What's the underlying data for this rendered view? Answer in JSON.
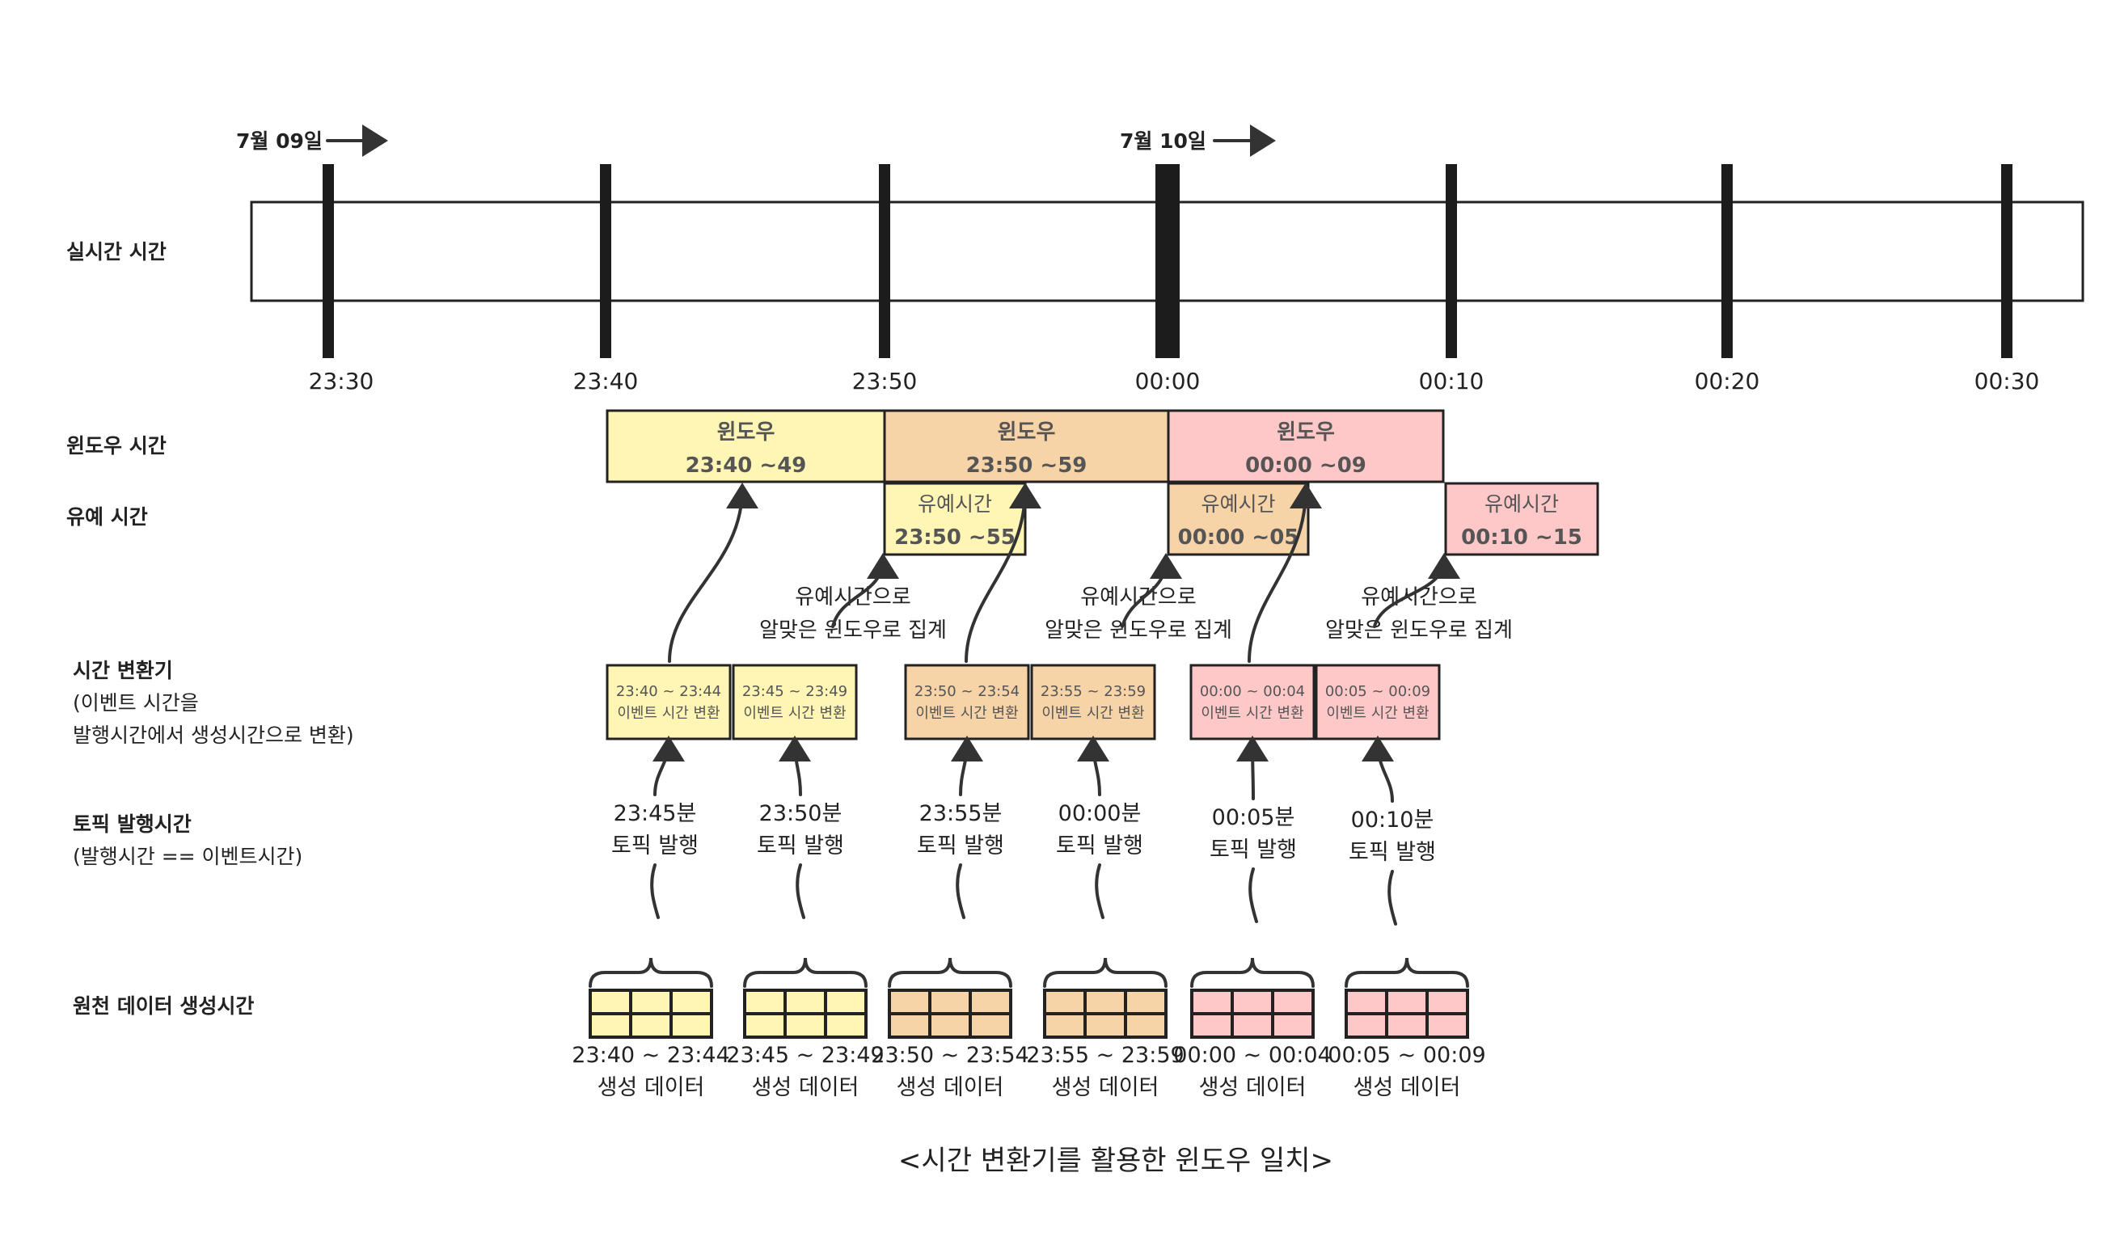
{
  "colors": {
    "yellow": "#fff5b5",
    "orange": "#f7d3a8",
    "pink": "#ffc8c8",
    "stroke": "#222222"
  },
  "row_labels": {
    "realtime": "실시간 시간",
    "window": "윈도우 시간",
    "grace": "유예 시간",
    "converter_title": "시간 변환기",
    "converter_sub1": "(이벤트 시간을",
    "converter_sub2": "발행시간에서 생성시간으로 변환)",
    "topic_title": "토픽 발행시간",
    "topic_sub": "(발행시간 == 이벤트시간)",
    "source": "원천 데이터 생성시간"
  },
  "dates": [
    {
      "label": "7월 09일"
    },
    {
      "label": "7월 10일"
    }
  ],
  "ticks": [
    "23:30",
    "23:40",
    "23:50",
    "00:00",
    "00:10",
    "00:20",
    "00:30"
  ],
  "windows": [
    {
      "title": "윈도우",
      "range": "23:40 ~49",
      "color": "yellow"
    },
    {
      "title": "윈도우",
      "range": "23:50 ~59",
      "color": "orange"
    },
    {
      "title": "윈도우",
      "range": "00:00 ~09",
      "color": "pink"
    }
  ],
  "graces": [
    {
      "title": "유예시간",
      "range": "23:50 ~55",
      "color": "yellow"
    },
    {
      "title": "유예시간",
      "range": "00:00 ~05",
      "color": "orange"
    },
    {
      "title": "유예시간",
      "range": "00:10 ~15",
      "color": "pink"
    }
  ],
  "grace_note": {
    "line1": "유예시간으로",
    "line2": "알맞은 윈도우로 집계"
  },
  "converters": [
    {
      "range": "23:40 ~ 23:44",
      "label": "이벤트 시간 변환",
      "color": "yellow"
    },
    {
      "range": "23:45 ~ 23:49",
      "label": "이벤트 시간 변환",
      "color": "yellow"
    },
    {
      "range": "23:50 ~ 23:54",
      "label": "이벤트 시간 변환",
      "color": "orange"
    },
    {
      "range": "23:55 ~ 23:59",
      "label": "이벤트 시간 변환",
      "color": "orange"
    },
    {
      "range": "00:00 ~ 00:04",
      "label": "이벤트 시간 변환",
      "color": "pink"
    },
    {
      "range": "00:05 ~ 00:09",
      "label": "이벤트 시간 변환",
      "color": "pink"
    }
  ],
  "topics": [
    {
      "time": "23:45분",
      "label": "토픽 발행"
    },
    {
      "time": "23:50분",
      "label": "토픽 발행"
    },
    {
      "time": "23:55분",
      "label": "토픽 발행"
    },
    {
      "time": "00:00분",
      "label": "토픽 발행"
    },
    {
      "time": "00:05분",
      "label": "토픽 발행"
    },
    {
      "time": "00:10분",
      "label": "토픽 발행"
    }
  ],
  "sources": [
    {
      "range": "23:40 ~ 23:44",
      "label": "생성 데이터",
      "color": "yellow"
    },
    {
      "range": "23:45 ~ 23:49",
      "label": "생성 데이터",
      "color": "yellow"
    },
    {
      "range": "23:50 ~ 23:54",
      "label": "생성 데이터",
      "color": "orange"
    },
    {
      "range": "23:55 ~ 23:59",
      "label": "생성 데이터",
      "color": "orange"
    },
    {
      "range": "00:00 ~ 00:04",
      "label": "생성 데이터",
      "color": "pink"
    },
    {
      "range": "00:05 ~ 00:09",
      "label": "생성 데이터",
      "color": "pink"
    }
  ],
  "caption": "<시간 변환기를 활용한 윈도우 일치>"
}
